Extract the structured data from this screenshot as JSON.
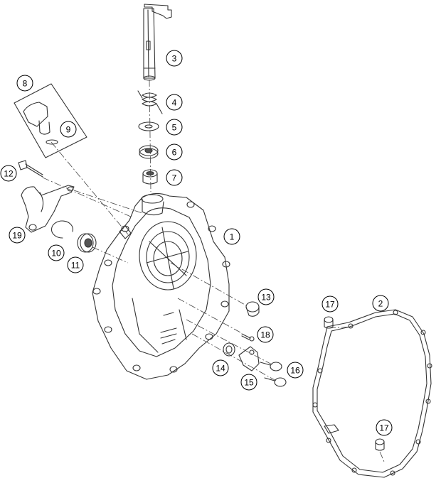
{
  "diagram": {
    "callouts": [
      {
        "id": "1",
        "label": "1"
      },
      {
        "id": "2",
        "label": "2"
      },
      {
        "id": "3",
        "label": "3"
      },
      {
        "id": "4",
        "label": "4"
      },
      {
        "id": "5",
        "label": "5"
      },
      {
        "id": "6",
        "label": "6"
      },
      {
        "id": "7",
        "label": "7"
      },
      {
        "id": "8",
        "label": "8"
      },
      {
        "id": "9",
        "label": "9"
      },
      {
        "id": "10",
        "label": "10"
      },
      {
        "id": "11",
        "label": "11"
      },
      {
        "id": "12",
        "label": "12"
      },
      {
        "id": "13",
        "label": "13"
      },
      {
        "id": "14",
        "label": "14"
      },
      {
        "id": "15",
        "label": "15"
      },
      {
        "id": "16",
        "label": "16"
      },
      {
        "id": "17a",
        "label": "17"
      },
      {
        "id": "17b",
        "label": "17"
      },
      {
        "id": "18",
        "label": "18"
      },
      {
        "id": "19",
        "label": "19"
      }
    ]
  }
}
